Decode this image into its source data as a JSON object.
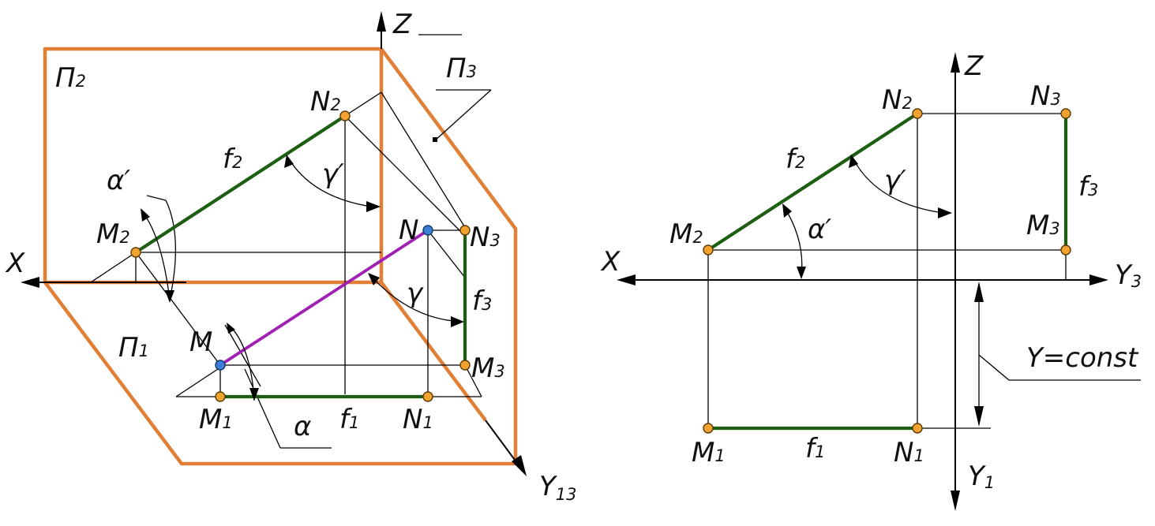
{
  "left_figure": {
    "plane_labels": {
      "p2": "П",
      "p2_sub": "2",
      "p3": "П",
      "p3_sub": "3",
      "p1": "П",
      "p1_sub": "1"
    },
    "axes": {
      "x": "X",
      "z": "Z",
      "y": "Y",
      "y_sub": "13"
    },
    "points": {
      "n2": "N",
      "n2_sub": "2",
      "m2": "M",
      "m2_sub": "2",
      "n": "N",
      "m": "M",
      "n3": "N",
      "n3_sub": "3",
      "m3": "M",
      "m3_sub": "3",
      "m1": "M",
      "m1_sub": "1",
      "n1": "N",
      "n1_sub": "1"
    },
    "lines": {
      "f2": "f",
      "f2_sub": "2",
      "f3": "f",
      "f3_sub": "3",
      "f1": "f",
      "f1_sub": "1"
    },
    "angles": {
      "alpha_prime": "α′",
      "gamma_prime": "γ′",
      "gamma": "γ",
      "alpha": "α"
    }
  },
  "right_figure": {
    "axes": {
      "x": "X",
      "z": "Z",
      "y3": "Y",
      "y3_sub": "3",
      "y1": "Y",
      "y1_sub": "1"
    },
    "points": {
      "n2": "N",
      "n2_sub": "2",
      "n3": "N",
      "n3_sub": "3",
      "m2": "M",
      "m2_sub": "2",
      "m3": "M",
      "m3_sub": "3",
      "m1": "M",
      "m1_sub": "1",
      "n1": "N",
      "n1_sub": "1"
    },
    "lines": {
      "f2": "f",
      "f2_sub": "2",
      "f3": "f",
      "f3_sub": "3",
      "f1": "f",
      "f1_sub": "1"
    },
    "angles": {
      "gamma_prime": "γ′",
      "alpha_prime": "α′"
    },
    "note": "Y=const"
  },
  "colors": {
    "plane": "#e07f35",
    "frontal_line": "#1d5e12",
    "line_mn": "#a11fb3",
    "point_projection": "#f2a22e",
    "point_space": "#3c7fd8"
  }
}
